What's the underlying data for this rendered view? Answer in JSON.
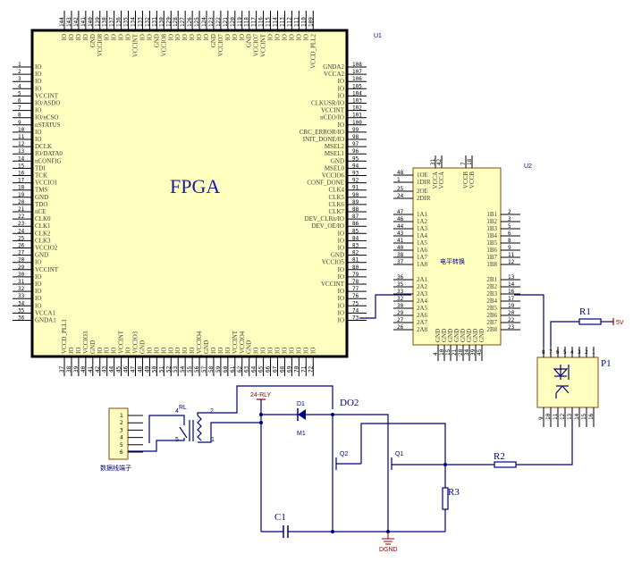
{
  "u1": {
    "designator": "U1",
    "title": "FPGA",
    "left_pins": [
      {
        "num": "1",
        "label": "IO"
      },
      {
        "num": "2",
        "label": "IO"
      },
      {
        "num": "3",
        "label": "IO"
      },
      {
        "num": "4",
        "label": "IO"
      },
      {
        "num": "5",
        "label": "VCCINT"
      },
      {
        "num": "6",
        "label": "IO/ASDO"
      },
      {
        "num": "7",
        "label": "IO"
      },
      {
        "num": "8",
        "label": "IO/nCSO"
      },
      {
        "num": "9",
        "label": "nSTATUS"
      },
      {
        "num": "10",
        "label": "IO"
      },
      {
        "num": "11",
        "label": "IO"
      },
      {
        "num": "12",
        "label": "DCLK"
      },
      {
        "num": "13",
        "label": "IO/DATA0"
      },
      {
        "num": "14",
        "label": "nCONFIG"
      },
      {
        "num": "15",
        "label": "TDI"
      },
      {
        "num": "16",
        "label": "TCK"
      },
      {
        "num": "17",
        "label": "VCCIO1"
      },
      {
        "num": "18",
        "label": "TMS"
      },
      {
        "num": "19",
        "label": "GND"
      },
      {
        "num": "20",
        "label": "TDO"
      },
      {
        "num": "21",
        "label": "nCE"
      },
      {
        "num": "22",
        "label": "CLK0"
      },
      {
        "num": "23",
        "label": "CLK1"
      },
      {
        "num": "24",
        "label": "CLK2"
      },
      {
        "num": "25",
        "label": "CLK3"
      },
      {
        "num": "26",
        "label": "VCCIO2"
      },
      {
        "num": "27",
        "label": "GND"
      },
      {
        "num": "28",
        "label": "IO"
      },
      {
        "num": "29",
        "label": "VCCINT"
      },
      {
        "num": "30",
        "label": "IO"
      },
      {
        "num": "31",
        "label": "IO"
      },
      {
        "num": "32",
        "label": "IO"
      },
      {
        "num": "33",
        "label": "IO"
      },
      {
        "num": "34",
        "label": "IO"
      },
      {
        "num": "35",
        "label": "VCCA1"
      },
      {
        "num": "36",
        "label": "GNDA1"
      }
    ],
    "right_pins": [
      {
        "num": "108",
        "label": "GNDA2"
      },
      {
        "num": "107",
        "label": "VCCA2"
      },
      {
        "num": "106",
        "label": "IO"
      },
      {
        "num": "105",
        "label": "IO"
      },
      {
        "num": "104",
        "label": "IO"
      },
      {
        "num": "103",
        "label": "CLKUSR/IO"
      },
      {
        "num": "102",
        "label": "VCCINT"
      },
      {
        "num": "101",
        "label": "nCEO/IO"
      },
      {
        "num": "100",
        "label": "IO"
      },
      {
        "num": "99",
        "label": "CRC_ERROR/IO"
      },
      {
        "num": "98",
        "label": "INIT_DONE/IO"
      },
      {
        "num": "97",
        "label": "MSEL2"
      },
      {
        "num": "96",
        "label": "MSEL1"
      },
      {
        "num": "95",
        "label": "GND"
      },
      {
        "num": "94",
        "label": "MSEL0"
      },
      {
        "num": "93",
        "label": "VCCIO6"
      },
      {
        "num": "92",
        "label": "CONF_DONE"
      },
      {
        "num": "91",
        "label": "CLK4"
      },
      {
        "num": "90",
        "label": "CLK5"
      },
      {
        "num": "89",
        "label": "CLK6"
      },
      {
        "num": "88",
        "label": "CLK7"
      },
      {
        "num": "87",
        "label": "DEV_CLRn/IO"
      },
      {
        "num": "86",
        "label": "DEV_OE/IO"
      },
      {
        "num": "85",
        "label": "IO"
      },
      {
        "num": "84",
        "label": "IO"
      },
      {
        "num": "83",
        "label": "IO"
      },
      {
        "num": "82",
        "label": "GND"
      },
      {
        "num": "81",
        "label": "VCCIO5"
      },
      {
        "num": "80",
        "label": "IO"
      },
      {
        "num": "79",
        "label": "IO"
      },
      {
        "num": "78",
        "label": "VCCINT"
      },
      {
        "num": "77",
        "label": "IO"
      },
      {
        "num": "76",
        "label": "IO"
      },
      {
        "num": "75",
        "label": "IO"
      },
      {
        "num": "74",
        "label": "IO"
      },
      {
        "num": "73",
        "label": "IO"
      }
    ],
    "top_pins": [
      {
        "num": "144",
        "label": "IO"
      },
      {
        "num": "143",
        "label": "IO"
      },
      {
        "num": "142",
        "label": "IO"
      },
      {
        "num": "141",
        "label": "IO"
      },
      {
        "num": "140",
        "label": "GND"
      },
      {
        "num": "139",
        "label": "VCCIO8"
      },
      {
        "num": "138",
        "label": "IO"
      },
      {
        "num": "137",
        "label": "IO"
      },
      {
        "num": "136",
        "label": "IO"
      },
      {
        "num": "135",
        "label": "IO"
      },
      {
        "num": "134",
        "label": "VCCINT"
      },
      {
        "num": "133",
        "label": "IO"
      },
      {
        "num": "132",
        "label": "IO"
      },
      {
        "num": "131",
        "label": "GND"
      },
      {
        "num": "130",
        "label": "VCCIO8"
      },
      {
        "num": "129",
        "label": "IO"
      },
      {
        "num": "128",
        "label": "IO"
      },
      {
        "num": "127",
        "label": "IO"
      },
      {
        "num": "126",
        "label": "IO"
      },
      {
        "num": "125",
        "label": "IO"
      },
      {
        "num": "124",
        "label": "IO"
      },
      {
        "num": "123",
        "label": "GND"
      },
      {
        "num": "122",
        "label": "VCCIO7"
      },
      {
        "num": "121",
        "label": "IO"
      },
      {
        "num": "120",
        "label": "IO"
      },
      {
        "num": "119",
        "label": "IO"
      },
      {
        "num": "118",
        "label": "GND"
      },
      {
        "num": "117",
        "label": "VCCIO7"
      },
      {
        "num": "116",
        "label": "VCCINT"
      },
      {
        "num": "115",
        "label": "IO"
      },
      {
        "num": "114",
        "label": "IO"
      },
      {
        "num": "113",
        "label": "IO"
      },
      {
        "num": "112",
        "label": "IO"
      },
      {
        "num": "111",
        "label": "IO"
      },
      {
        "num": "110",
        "label": "IO"
      },
      {
        "num": "109",
        "label": "VCCD_PLL2"
      }
    ],
    "bottom_pins": [
      {
        "num": "37",
        "label": "VCCD_PLL1"
      },
      {
        "num": "38",
        "label": "IO"
      },
      {
        "num": "39",
        "label": "IO"
      },
      {
        "num": "40",
        "label": "VCCIO3"
      },
      {
        "num": "41",
        "label": "GND"
      },
      {
        "num": "42",
        "label": "IO"
      },
      {
        "num": "43",
        "label": "IO"
      },
      {
        "num": "44",
        "label": "IO"
      },
      {
        "num": "45",
        "label": "VCCINT"
      },
      {
        "num": "46",
        "label": "IO"
      },
      {
        "num": "47",
        "label": "VCCIO3"
      },
      {
        "num": "48",
        "label": "GND"
      },
      {
        "num": "49",
        "label": "IO"
      },
      {
        "num": "50",
        "label": "IO"
      },
      {
        "num": "51",
        "label": "IO"
      },
      {
        "num": "52",
        "label": "IO"
      },
      {
        "num": "53",
        "label": "IO"
      },
      {
        "num": "54",
        "label": "IO"
      },
      {
        "num": "55",
        "label": "IO"
      },
      {
        "num": "56",
        "label": "VCCIO4"
      },
      {
        "num": "57",
        "label": "GND"
      },
      {
        "num": "58",
        "label": "IO"
      },
      {
        "num": "59",
        "label": "IO"
      },
      {
        "num": "60",
        "label": "IO"
      },
      {
        "num": "61",
        "label": "VCCINT"
      },
      {
        "num": "62",
        "label": "VCCIO4"
      },
      {
        "num": "63",
        "label": "GND"
      },
      {
        "num": "64",
        "label": "IO"
      },
      {
        "num": "65",
        "label": "IO"
      },
      {
        "num": "66",
        "label": "IO"
      },
      {
        "num": "67",
        "label": "IO"
      },
      {
        "num": "68",
        "label": "IO"
      },
      {
        "num": "69",
        "label": "IO"
      },
      {
        "num": "70",
        "label": "IO"
      },
      {
        "num": "71",
        "label": "IO"
      },
      {
        "num": "72",
        "label": "IO"
      }
    ]
  },
  "u2": {
    "designator": "U2",
    "title": "电平转换",
    "left_pins": [
      {
        "num": "48",
        "label": "1OE"
      },
      {
        "num": "1",
        "label": "1DIR"
      },
      {
        "num": "25",
        "label": "2OE"
      },
      {
        "num": "24",
        "label": "2DIR"
      },
      {
        "num": "47",
        "label": "1A1"
      },
      {
        "num": "46",
        "label": "1A2"
      },
      {
        "num": "44",
        "label": "1A3"
      },
      {
        "num": "43",
        "label": "1A4"
      },
      {
        "num": "41",
        "label": "1A5"
      },
      {
        "num": "40",
        "label": "1A6"
      },
      {
        "num": "38",
        "label": "1A7"
      },
      {
        "num": "37",
        "label": "1A8"
      },
      {
        "num": "36",
        "label": "2A1"
      },
      {
        "num": "35",
        "label": "2A2"
      },
      {
        "num": "33",
        "label": "2A3"
      },
      {
        "num": "32",
        "label": "2A4"
      },
      {
        "num": "30",
        "label": "2A5"
      },
      {
        "num": "29",
        "label": "2A6"
      },
      {
        "num": "27",
        "label": "2A7"
      },
      {
        "num": "26",
        "label": "2A8"
      }
    ],
    "right_pins": [
      {
        "num": "2",
        "label": "1B1"
      },
      {
        "num": "3",
        "label": "1B2"
      },
      {
        "num": "5",
        "label": "1B3"
      },
      {
        "num": "6",
        "label": "1B4"
      },
      {
        "num": "8",
        "label": "1B5"
      },
      {
        "num": "9",
        "label": "1B6"
      },
      {
        "num": "11",
        "label": "1B7"
      },
      {
        "num": "12",
        "label": "1B8"
      },
      {
        "num": "13",
        "label": "2B1"
      },
      {
        "num": "14",
        "label": "2B2"
      },
      {
        "num": "16",
        "label": "2B3"
      },
      {
        "num": "17",
        "label": "2B4"
      },
      {
        "num": "19",
        "label": "2B5"
      },
      {
        "num": "20",
        "label": "2B6"
      },
      {
        "num": "22",
        "label": "2B7"
      },
      {
        "num": "23",
        "label": "2B8"
      }
    ],
    "top_pins": [
      {
        "num": "31",
        "label": "VCCA"
      },
      {
        "num": "42",
        "label": "VCCA"
      },
      {
        "num": "7",
        "label": "VCCB"
      },
      {
        "num": "18",
        "label": "VCCB"
      }
    ],
    "bottom_pins": [
      {
        "num": "4",
        "label": "GND"
      },
      {
        "num": "10",
        "label": "GND"
      },
      {
        "num": "15",
        "label": "GND"
      },
      {
        "num": "21",
        "label": "GND"
      },
      {
        "num": "28",
        "label": "GND"
      },
      {
        "num": "34",
        "label": "GND"
      },
      {
        "num": "39",
        "label": "GND"
      },
      {
        "num": "45",
        "label": "GND"
      }
    ]
  },
  "p1": {
    "designator": "P1",
    "top_pins": [
      "8",
      "7",
      "6",
      "5",
      "4",
      "3",
      "2",
      "1"
    ],
    "bottom_pins": [
      "9",
      "10",
      "11",
      "12",
      "13",
      "14",
      "15",
      "16"
    ]
  },
  "connector": {
    "label": "数据线端子",
    "pins": [
      "1",
      "2",
      "3",
      "4",
      "5",
      "6"
    ]
  },
  "relay": {
    "designator": "RL",
    "pins": {
      "p4": "4",
      "p5": "5",
      "p2": "2",
      "p1": "1"
    }
  },
  "components": {
    "r1": "R1",
    "r2": "R2",
    "r3": "R3",
    "c1": "C1",
    "d1": "D1",
    "d1_value": "M1",
    "q1": "Q1",
    "q2": "Q2",
    "net_do2": "DO2"
  },
  "nets": {
    "supply_24": "24-RLY",
    "supply_5": "5V",
    "ground": "DGND"
  },
  "colors": {
    "chip_fill": "#ffffc0",
    "wire": "#000080",
    "net_label": "#8b0000",
    "title": "#1a1aa6"
  }
}
